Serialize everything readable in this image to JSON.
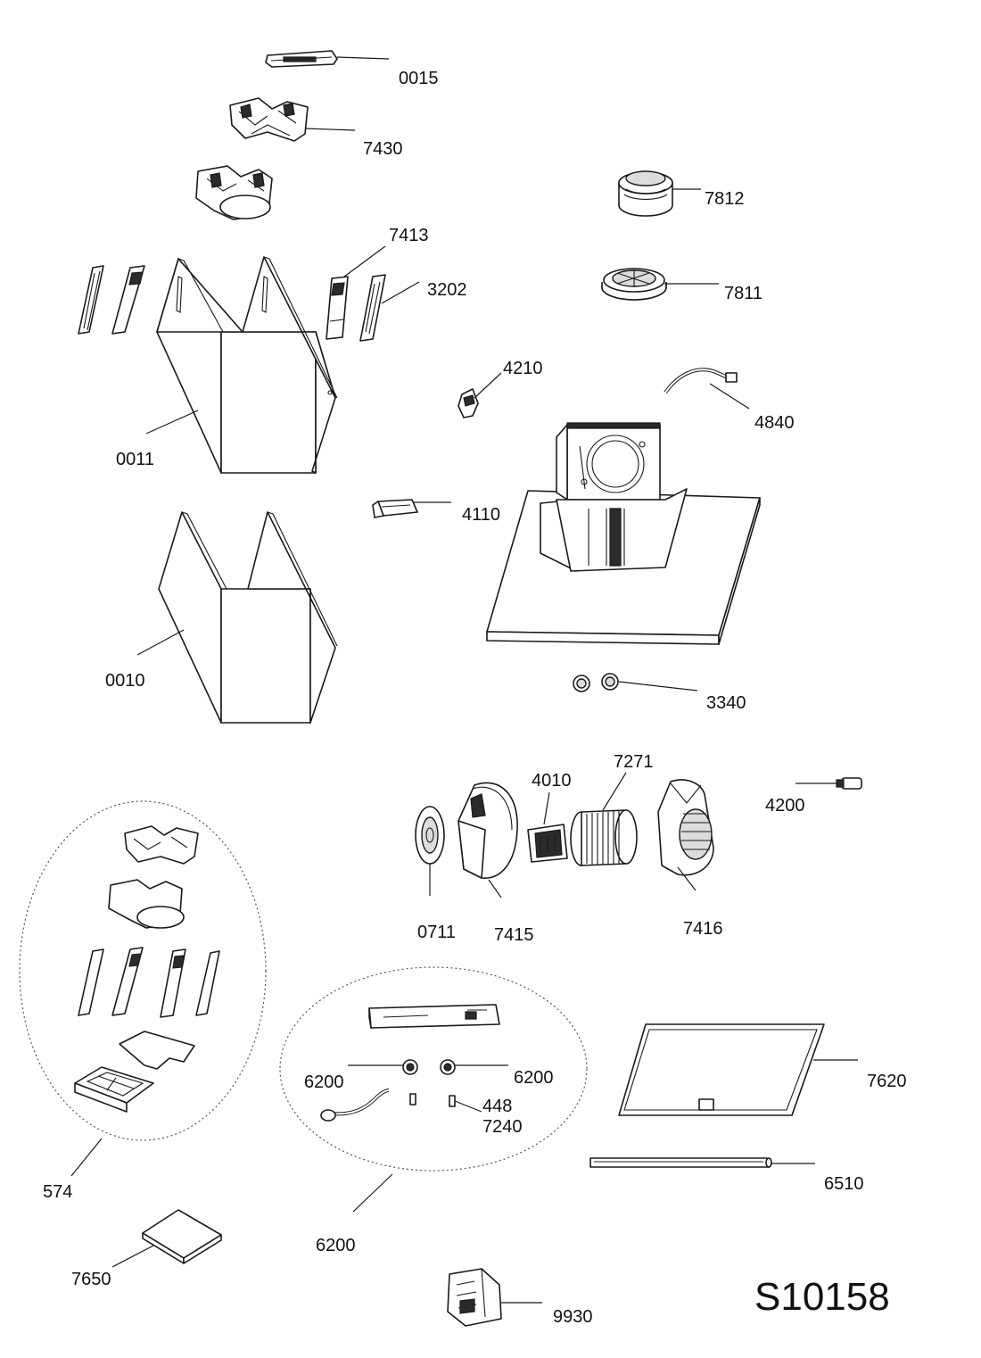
{
  "labels": {
    "p0015": "0015",
    "p7430": "7430",
    "p7812": "7812",
    "p7413": "7413",
    "p3202": "3202",
    "p7811": "7811",
    "p4210": "4210",
    "p4840": "4840",
    "p0011": "0011",
    "p4110": "4110",
    "p0010": "0010",
    "p3340": "3340",
    "p7271": "7271",
    "p4010": "4010",
    "p4200": "4200",
    "p0711": "0711",
    "p7415": "7415",
    "p7416": "7416",
    "p6200a": "6200",
    "p6200b": "6200",
    "p448": "448",
    "p7240": "7240",
    "p7620": "7620",
    "p574": "574",
    "p6510": "6510",
    "p6200c": "6200",
    "p7650": "7650",
    "p9930": "9930"
  },
  "diagram_code": "S10158"
}
